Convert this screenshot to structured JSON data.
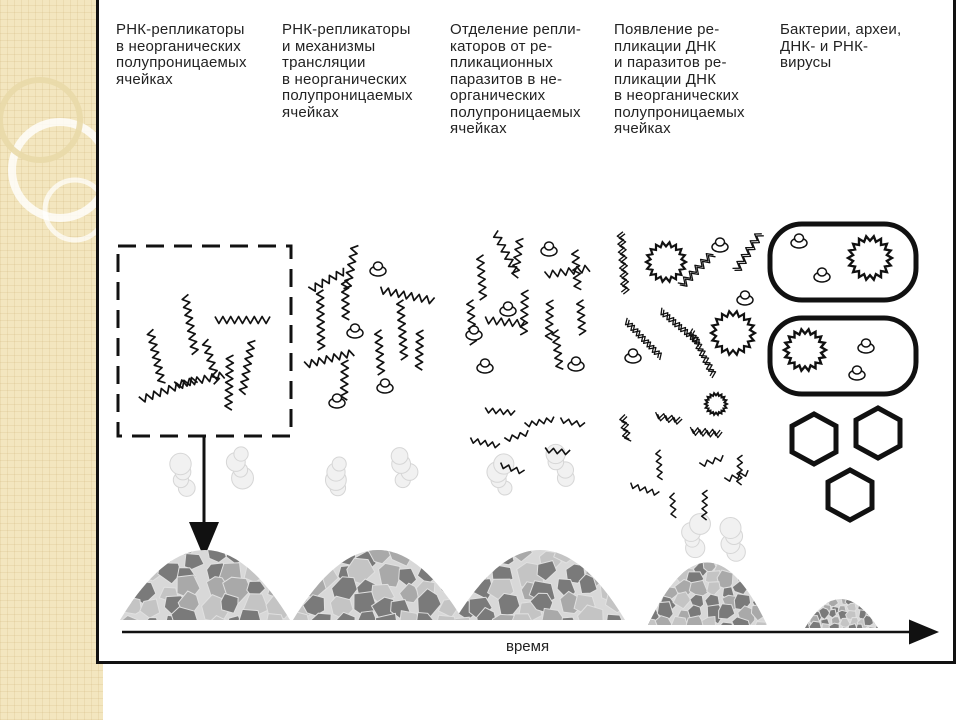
{
  "stages": [
    {
      "label": "РНК-репликаторы\nв неорганических\nполупроницаемых\nячейках"
    },
    {
      "label": "РНК-репликаторы\nи механизмы\nтрансляции\nв неорганических\nполупроницаемых\nячейках"
    },
    {
      "label": "Отделение репли-\nкаторов от ре-\nпликационных\nпаразитов в не-\nорганических\nполупроницаемых\nячейках"
    },
    {
      "label": "Появление ре-\nпликации ДНК\nи паразитов ре-\nпликации ДНК\nв неорганических\nполупроницаемых\nячейках"
    },
    {
      "label": "Бактерии, археи,\nДНК- и РНК-\nвирусы"
    }
  ],
  "axis": {
    "label": "время"
  },
  "colors": {
    "ink": "#111111",
    "rock_dark": "#7a7a7a",
    "rock_light": "#c4c4c4",
    "sidebar": "#f3e6bf"
  }
}
